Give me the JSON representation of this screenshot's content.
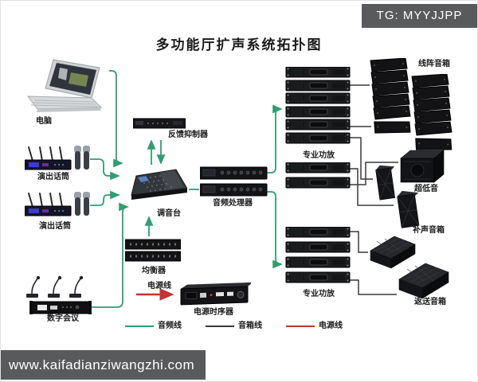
{
  "badge": {
    "text": "TG: MYYJJPP"
  },
  "title": "多功能厅扩声系统拓扑图",
  "footer": {
    "url": "www.kaifadianziwangzhi.com"
  },
  "devices": {
    "computer": {
      "label": "电脑"
    },
    "stage_mic_1": {
      "label": "演出话筒"
    },
    "stage_mic_2": {
      "label": "演出话筒"
    },
    "digital_conference": {
      "label": "数字会议"
    },
    "feedback_suppressor": {
      "label": "反馈抑制器"
    },
    "mixer": {
      "label": "调音台"
    },
    "equalizer": {
      "label": "均衡器"
    },
    "audio_processor": {
      "label": "音频处理器"
    },
    "power_sequencer": {
      "label": "电源时序器",
      "power_line_label": "电源线"
    },
    "amp_top": {
      "label": "专业功放"
    },
    "amp_bottom": {
      "label": "专业功放"
    },
    "line_array": {
      "label": "线阵音箱"
    },
    "subwoofer": {
      "label": "超低音"
    },
    "fill_speakers": {
      "label": "补声音箱"
    },
    "monitor_speakers": {
      "label": "返送音箱"
    }
  },
  "legend": [
    {
      "label": "音频线",
      "color": "#2f9e72"
    },
    {
      "label": "音箱线",
      "color": "#3a3a3a"
    },
    {
      "label": "电源线",
      "color": "#c23434"
    }
  ]
}
